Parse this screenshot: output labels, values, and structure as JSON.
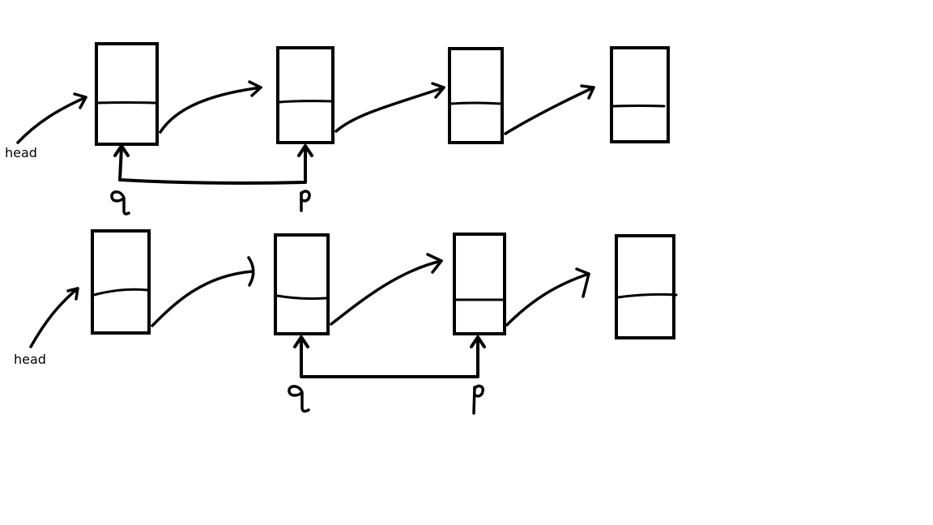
{
  "diagram": {
    "rows": [
      {
        "head_label": "head",
        "nodes": 4,
        "pointers": [
          {
            "name": "q",
            "glyph": "q",
            "node_index": 0
          },
          {
            "name": "p",
            "glyph": "p",
            "node_index": 1
          }
        ]
      },
      {
        "head_label": "head",
        "nodes": 4,
        "pointers": [
          {
            "name": "q",
            "glyph": "q",
            "node_index": 1
          },
          {
            "name": "p",
            "glyph": "p",
            "node_index": 2
          }
        ]
      }
    ],
    "colors": {
      "background": "#ffffff",
      "ink": "#000000"
    }
  }
}
